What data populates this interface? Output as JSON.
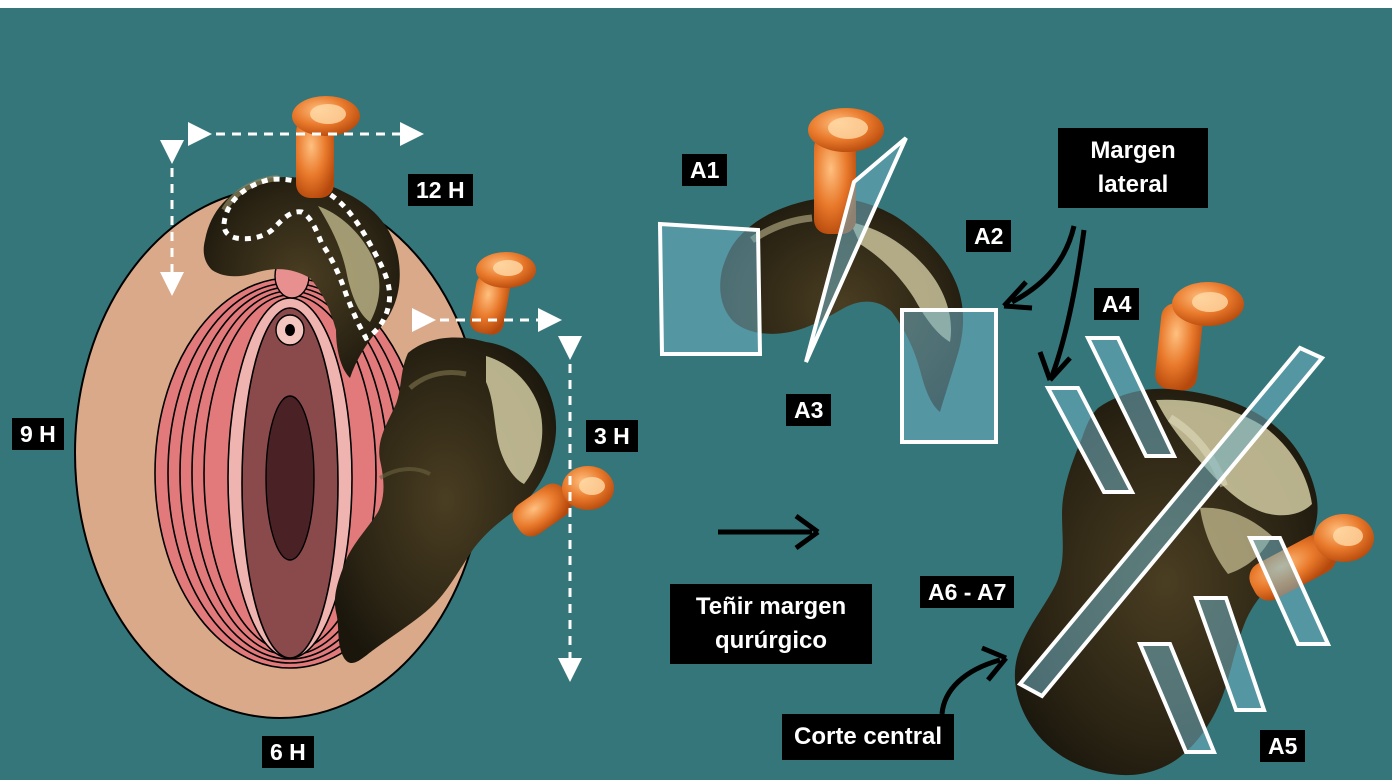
{
  "clock_labels": {
    "twelve": "12 H",
    "three": "3 H",
    "six": "6 H",
    "nine": "9 H"
  },
  "section_labels": {
    "a1": "A1",
    "a2": "A2",
    "a3": "A3",
    "a4": "A4",
    "a5": "A5",
    "a6_a7": "A6 - A7"
  },
  "annotations": {
    "margen_lateral_line1": "Margen",
    "margen_lateral_line2": "lateral",
    "tenir_line1": "Teñir margen",
    "tenir_line2": "qurúrgico",
    "corte_central": "Corte central"
  },
  "colors": {
    "background": "#35767a",
    "skin": "#d9a98a",
    "vulva_pink": "#e27a7c",
    "tissue_dark": "#2a2418",
    "tissue_light": "#c9c29a",
    "tube_orange": "#e8782a",
    "section_fill": "#6fb0c4"
  }
}
